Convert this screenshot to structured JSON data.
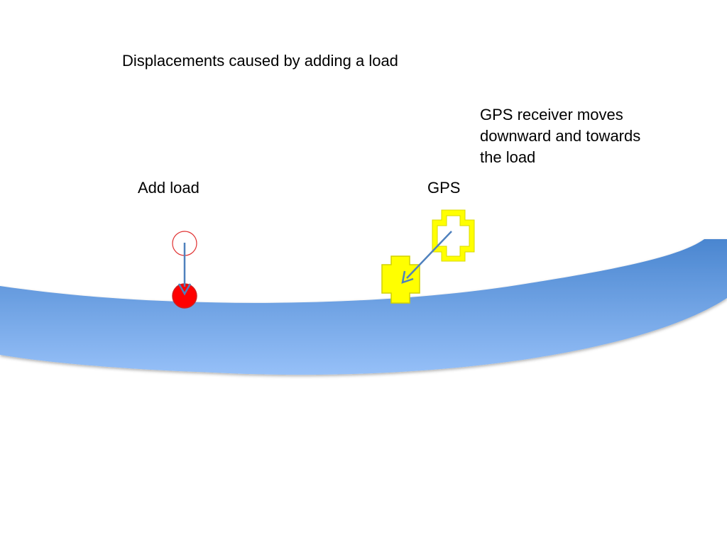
{
  "title": "Displacements caused by adding a load",
  "labels": {
    "add_load": "Add load",
    "gps": "GPS",
    "gps_note": "GPS receiver moves downward and towards the load"
  },
  "colors": {
    "surface_top": "#4a86d0",
    "surface_bottom": "#96c0f8",
    "load": "#ff0000",
    "gps_fill": "#ffff00",
    "arrow": "#4f81bd"
  }
}
